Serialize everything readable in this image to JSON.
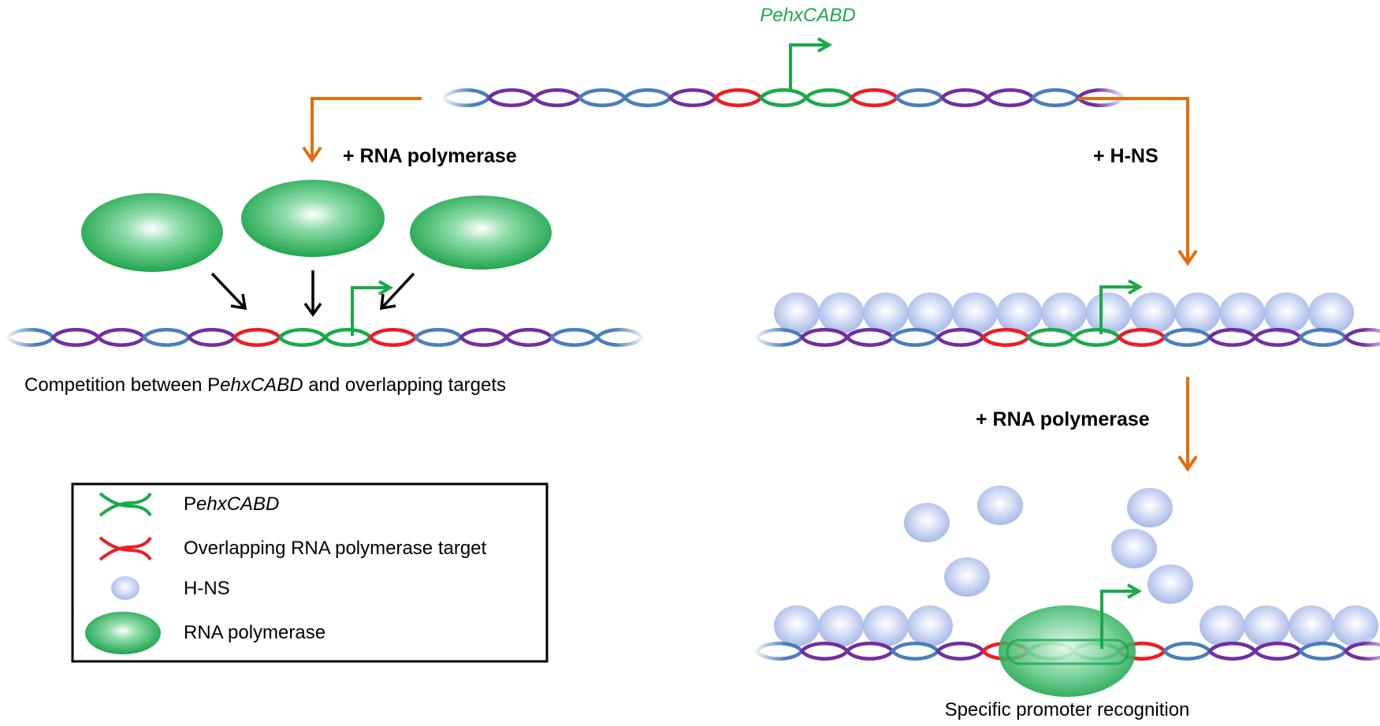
{
  "colors": {
    "promoter": "#1aaa4a",
    "overlap": "#ee1c24",
    "strand_purple": "#7030a0",
    "strand_blue": "#4a7ebb",
    "arrow": "#e46c0a",
    "hns": "#b4c4ec",
    "rnap": "#2bb05a"
  },
  "top": {
    "promoter_label": "PehxCABD"
  },
  "left": {
    "step_label": "+ RNA polymerase",
    "caption_prefix": "Competition between P",
    "caption_italic": "ehxCABD",
    "caption_suffix": " and overlapping targets"
  },
  "right": {
    "step1_label": "+ H-NS",
    "step2_label": "+ RNA polymerase",
    "caption": "Specific promoter recognition"
  },
  "legend": {
    "items": [
      {
        "key": "promoter",
        "prefix": "P",
        "italic": "ehxCABD",
        "rest": ""
      },
      {
        "key": "overlap",
        "prefix": "",
        "italic": "",
        "rest": "Overlapping RNA polymerase target"
      },
      {
        "key": "hns",
        "prefix": "",
        "italic": "",
        "rest": "H-NS"
      },
      {
        "key": "rnap",
        "prefix": "",
        "italic": "",
        "rest": "RNA polymerase"
      }
    ]
  }
}
